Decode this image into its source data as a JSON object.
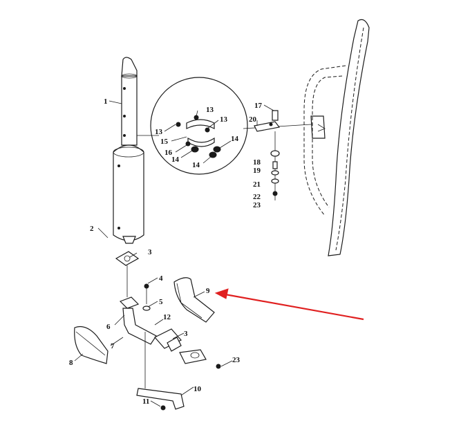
{
  "diagram": {
    "labels": [
      "1",
      "2",
      "3",
      "4",
      "5",
      "6",
      "7",
      "8",
      "9",
      "10",
      "11",
      "12",
      "3",
      "23",
      "13",
      "13",
      "13",
      "15",
      "16",
      "14",
      "14",
      "14",
      "17",
      "20",
      "18",
      "19",
      "21",
      "22",
      "23"
    ],
    "colors": {
      "line": "#1a1a1a",
      "arrow": "#e02020",
      "background": "#ffffff"
    }
  }
}
